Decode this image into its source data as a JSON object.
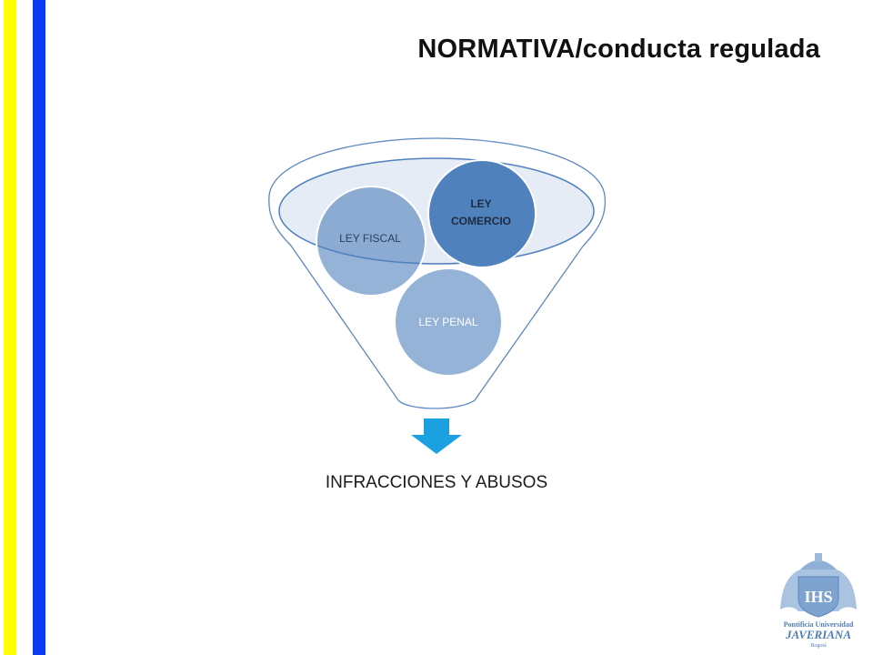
{
  "title": "NORMATIVA/conducta regulada",
  "laws": {
    "fiscal": "LEY FISCAL",
    "comercio_line1": "LEY",
    "comercio_line2": "COMERCIO",
    "penal": "LEY PENAL"
  },
  "outcome": "INFRACCIONES Y ABUSOS",
  "logo": {
    "line1": "Pontificia Universidad",
    "line2": "JAVERIANA",
    "line3": "Bogotá"
  },
  "colors": {
    "yellow_bar": "#ffff00",
    "blue_bar": "#0a3cf2",
    "circle_dark": "#4f81bd",
    "circle_light": "#95b3d7",
    "arrow": "#1ba1e2",
    "funnel_stroke": "#4f81bd"
  }
}
